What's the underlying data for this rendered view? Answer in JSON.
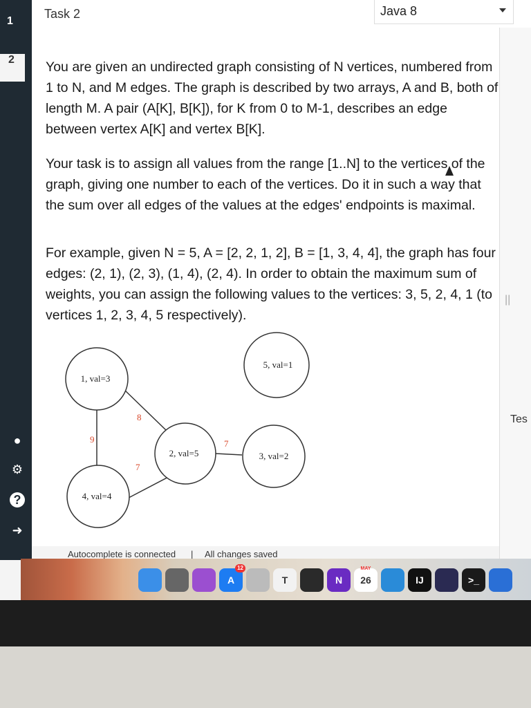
{
  "tabs": [
    {
      "number": "1"
    },
    {
      "number": "2"
    }
  ],
  "header": {
    "task_title": "Task 2",
    "language": "Java 8"
  },
  "problem": {
    "p1": "You are given an undirected graph consisting of N vertices, numbered from 1 to N, and M edges. The graph is described by two arrays, A and B, both of length M. A pair (A[K], B[K]), for K from 0 to M-1, describes an edge between vertex A[K] and vertex B[K].",
    "p2": "Your task is to assign all values from the range [1..N] to the vertices of the graph, giving one number to each of the vertices. Do it in such a way that the sum over all edges of the values at the edges' endpoints is maximal.",
    "p3": "For example, given N = 5, A = [2, 2, 1, 2], B = [1, 3, 4, 4], the graph has four edges: (2, 1), (2, 3), (1, 4), (2, 4). In order to obtain the maximum sum of weights, you can assign the following values to the vertices: 3, 5, 2, 4, 1 (to vertices 1, 2, 3, 4, 5 respectively)."
  },
  "graph": {
    "nodes": [
      {
        "label": "1, val=3"
      },
      {
        "label": "2, val=5"
      },
      {
        "label": "3, val=2"
      },
      {
        "label": "4, val=4"
      },
      {
        "label": "5, val=1"
      }
    ],
    "edges": [
      {
        "label": "8"
      },
      {
        "label": "7"
      },
      {
        "label": "9"
      },
      {
        "label": "7"
      }
    ]
  },
  "right_panel": {
    "splitter": "||",
    "tests_tab": "Tes"
  },
  "status": {
    "left": "Autocomplete is connected",
    "separator": "|",
    "right": "All changes saved"
  },
  "dock": {
    "items": [
      {
        "name": "finder-icon",
        "text": ""
      },
      {
        "name": "chrome-icon",
        "text": ""
      },
      {
        "name": "podcasts-icon",
        "text": ""
      },
      {
        "name": "app-store-icon",
        "text": "A",
        "badge": "12"
      },
      {
        "name": "preview-icon",
        "text": ""
      },
      {
        "name": "typora-icon",
        "text": "T"
      },
      {
        "name": "activity-icon",
        "text": ""
      },
      {
        "name": "onenote-icon",
        "text": "N"
      },
      {
        "name": "calendar-icon",
        "text": "26",
        "month": "MAY"
      },
      {
        "name": "vscode-icon",
        "text": ""
      },
      {
        "name": "intellij-icon",
        "text": "IJ"
      },
      {
        "name": "eclipse-icon",
        "text": ""
      },
      {
        "name": "terminal-icon",
        "text": ">_"
      },
      {
        "name": "xcode-icon",
        "text": ""
      }
    ]
  }
}
